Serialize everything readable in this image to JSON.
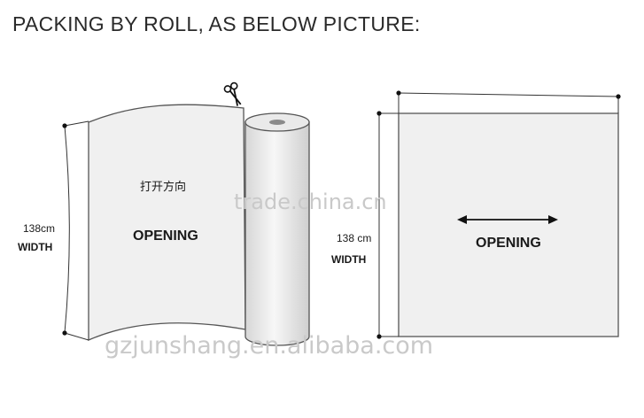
{
  "title": "PACKING BY ROLL, AS BELOW PICTURE:",
  "left_diagram": {
    "width_value": "138cm",
    "width_label": "WIDTH",
    "opening_label": "OPENING",
    "chinese_text": "打开方向",
    "scissors_icon": "scissors-icon"
  },
  "right_diagram": {
    "width_value": "138 cm",
    "width_label": "WIDTH",
    "opening_label": "OPENING"
  },
  "watermarks": {
    "top": "trade.china.cn",
    "bottom": "gzjunshang.en.alibaba.com"
  },
  "colors": {
    "sheet_fill": "#f0f0f0",
    "outline": "#555555",
    "text": "#1a1a1a",
    "watermark": "#c9c9c9"
  }
}
